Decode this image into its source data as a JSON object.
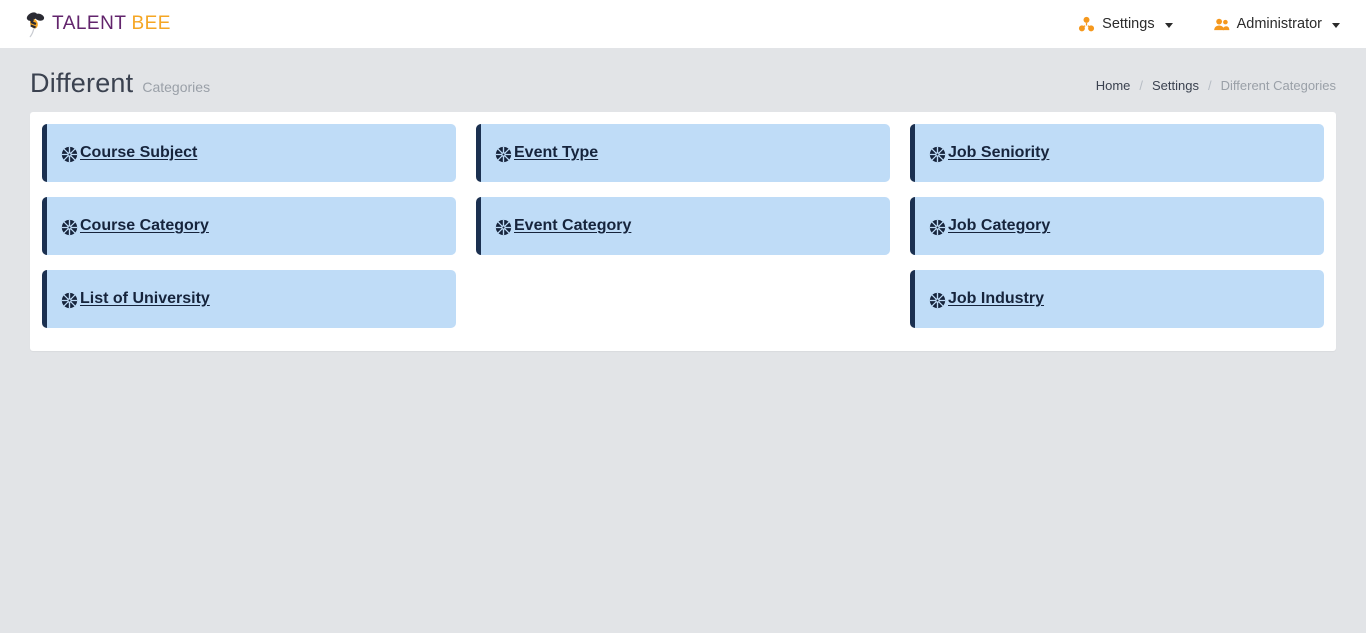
{
  "brand": {
    "icon": "bee-icon",
    "text_primary": "TALENT",
    "text_secondary": "BEE",
    "color_primary": "#62246c",
    "color_secondary": "#f5a623"
  },
  "navbar": {
    "items": [
      {
        "label": "Settings",
        "icon": "sitemap-icon",
        "has_caret": true
      },
      {
        "label": "Administrator",
        "icon": "users-icon",
        "has_caret": true
      }
    ],
    "icon_color": "#f5981d"
  },
  "page_header": {
    "title_main": "Different",
    "title_sub": "Categories"
  },
  "breadcrumb": {
    "items": [
      {
        "label": "Home",
        "current": false
      },
      {
        "label": "Settings",
        "current": false
      },
      {
        "label": "Different Categories",
        "current": true
      }
    ],
    "separator": "/"
  },
  "categories_panel": {
    "card_bg": "#bfdcf7",
    "card_border": "#1b3050",
    "card_icon": "basketball-icon",
    "cells": [
      {
        "label": "Course Subject",
        "empty": false
      },
      {
        "label": "Event Type",
        "empty": false
      },
      {
        "label": "Job Seniority",
        "empty": false
      },
      {
        "label": "Course Category",
        "empty": false
      },
      {
        "label": "Event Category",
        "empty": false
      },
      {
        "label": "Job Category",
        "empty": false
      },
      {
        "label": "List of University",
        "empty": false
      },
      {
        "label": "",
        "empty": true
      },
      {
        "label": "Job Industry",
        "empty": false
      }
    ]
  }
}
